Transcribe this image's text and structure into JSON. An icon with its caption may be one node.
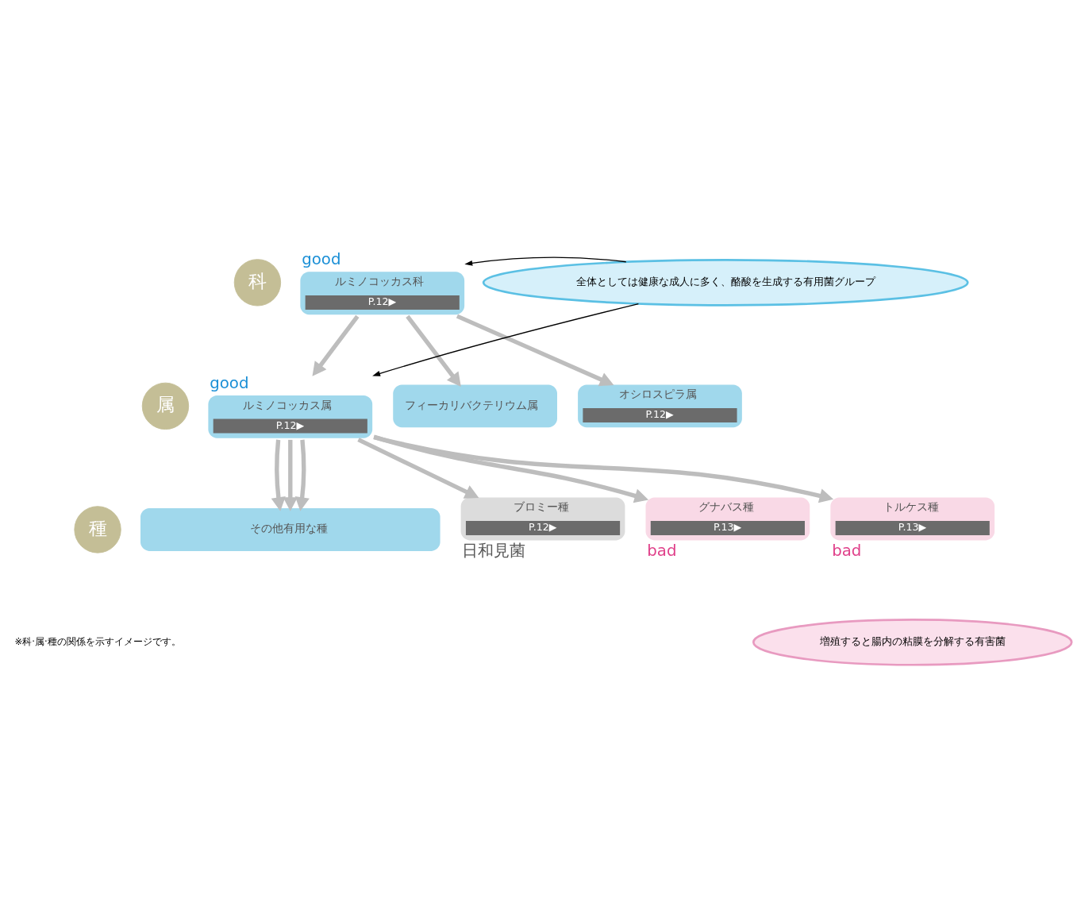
{
  "diagram": {
    "nodes": [
      {
        "text": [
          "科"
        ]
      },
      {
        "text": [
          "ルミノコッカス科",
          "P.12▶"
        ],
        "beside": [
          "good"
        ]
      },
      {
        "text": [
          "全体としては健康な成人に多く、酪酸を生成する有用菌グループ"
        ]
      },
      {
        "text": [
          "属"
        ]
      },
      {
        "text": [
          "ルミノコッカス属",
          "P.12▶"
        ],
        "beside": [
          "good"
        ]
      },
      {
        "text": [
          "フィーカリバクテリウム属"
        ]
      },
      {
        "text": [
          "オシロスピラ属",
          "P.12▶"
        ]
      },
      {
        "text": [
          "種"
        ]
      },
      {
        "text": [
          "その他有用な種"
        ]
      },
      {
        "text": [
          "ブロミー種",
          "P.12▶"
        ],
        "beside": [
          "日和見菌"
        ]
      },
      {
        "text": [
          "グナバス種",
          "P.13▶"
        ],
        "beside": [
          "bad"
        ]
      },
      {
        "text": [
          "トルケス種",
          "P.13▶"
        ],
        "beside": [
          "bad"
        ]
      },
      {
        "text": [
          "増殖すると腸内の粘膜を分解する有害菌"
        ]
      }
    ],
    "edges": [
      {
        "from": 2,
        "to": 1,
        "arrow": "to",
        "color": "#000000"
      },
      {
        "from": 2,
        "to": 4,
        "arrow": "to",
        "color": "#000000"
      },
      {
        "from": 1,
        "to": 4,
        "arrow": "to"
      },
      {
        "from": 1,
        "to": 5,
        "arrow": "to"
      },
      {
        "from": 1,
        "to": 6,
        "arrow": "to"
      },
      {
        "from": 4,
        "to": 8,
        "arrow": "to"
      },
      {
        "from": 4,
        "to": 8,
        "arrow": "to"
      },
      {
        "from": 4,
        "to": 8,
        "arrow": "to"
      },
      {
        "from": 4,
        "to": 9,
        "arrow": "to"
      },
      {
        "from": 4,
        "to": 10,
        "arrow": "to"
      },
      {
        "from": 4,
        "to": 11,
        "arrow": "to"
      }
    ],
    "labels": [
      "※科·属·種の関係を示すイメージです。"
    ]
  }
}
